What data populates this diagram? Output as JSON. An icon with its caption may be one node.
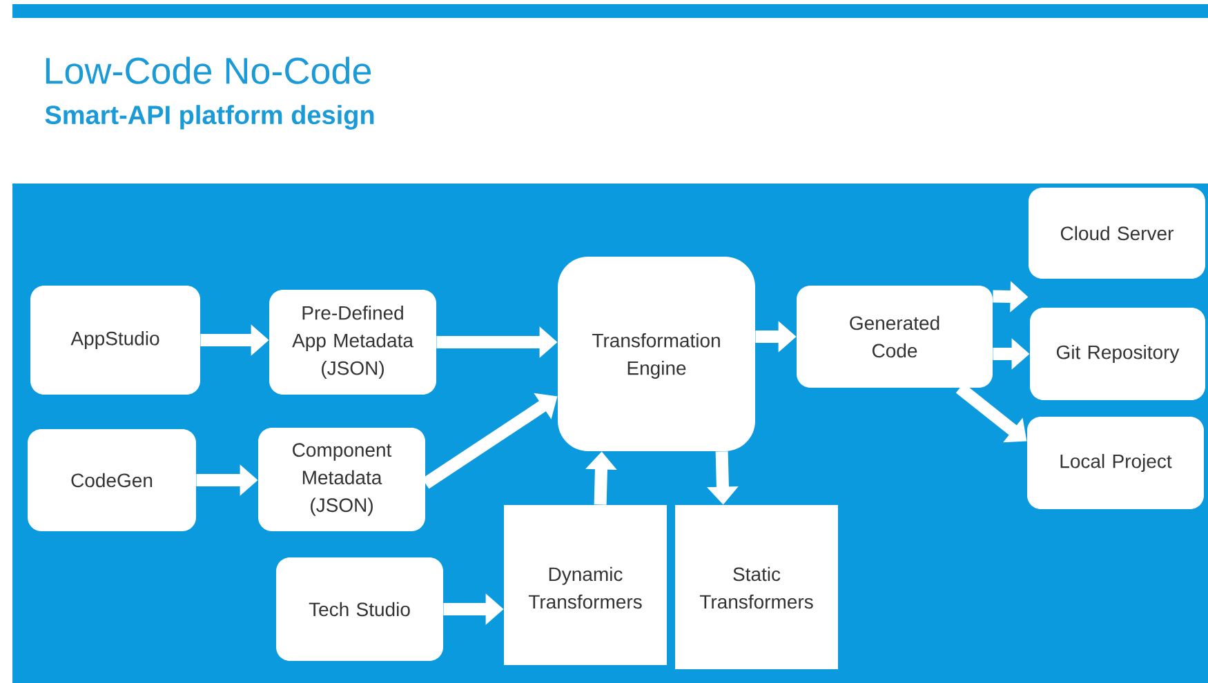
{
  "diagram": {
    "title": "Low-Code No-Code",
    "caption": "Smart-API platform design",
    "nodes": [
      {
        "text": [
          "AppStudio"
        ]
      },
      {
        "text": [
          "Pre-Defined App Metadata (JSON)"
        ]
      },
      {
        "text": [
          "CodeGen"
        ]
      },
      {
        "text": [
          "Component Metadata (JSON)"
        ]
      },
      {
        "text": [
          "Tech Studio"
        ]
      },
      {
        "text": [
          "Transformation Engine"
        ]
      },
      {
        "text": [
          "Dynamic Transformers"
        ]
      },
      {
        "text": [
          "Static Transformers"
        ]
      },
      {
        "text": [
          "Generated Code"
        ]
      },
      {
        "text": [
          "Cloud Server"
        ]
      },
      {
        "text": [
          "Git Repository"
        ]
      },
      {
        "text": [
          "Local Project"
        ]
      }
    ],
    "edges": [
      {
        "from": 0,
        "to": 1,
        "arrow": "to"
      },
      {
        "from": 1,
        "to": 5,
        "arrow": "to"
      },
      {
        "from": 2,
        "to": 3,
        "arrow": "to"
      },
      {
        "from": 3,
        "to": 5,
        "arrow": "to"
      },
      {
        "from": 4,
        "to": 6,
        "arrow": "to"
      },
      {
        "from": 6,
        "to": 5,
        "arrow": "to"
      },
      {
        "from": 5,
        "to": 7,
        "arrow": "to"
      },
      {
        "from": 5,
        "to": 8,
        "arrow": "to"
      },
      {
        "from": 8,
        "to": 9,
        "arrow": "to"
      },
      {
        "from": 8,
        "to": 10,
        "arrow": "to"
      },
      {
        "from": 8,
        "to": 11,
        "arrow": "to"
      }
    ]
  }
}
